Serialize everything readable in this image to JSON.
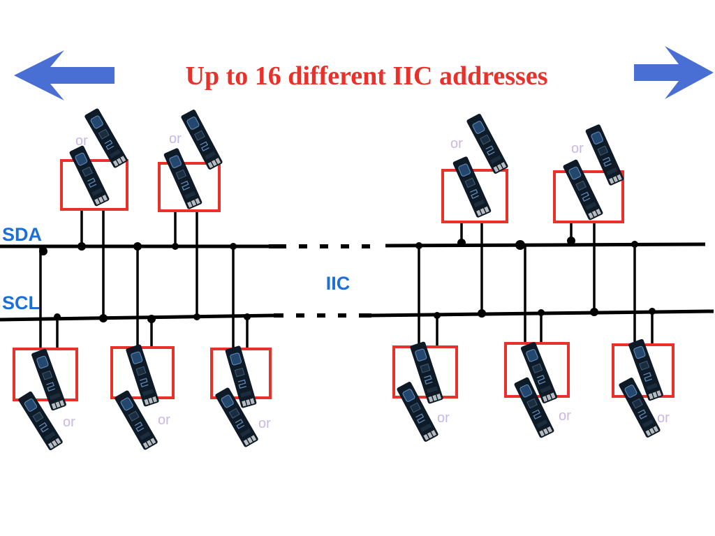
{
  "title": "Up to 16 different IIC addresses",
  "bus": {
    "sda_label": "SDA",
    "scl_label": "SCL",
    "center_label": "IIC"
  },
  "alt_label": "or",
  "colors": {
    "title": "#e8312a",
    "arrow": "#4a6fd4",
    "bus_label": "#1a6fd8",
    "wire": "#000000",
    "frame": "#e8312a",
    "or_text": "#c9b8e6",
    "board": "#0e1a26"
  },
  "icons": {
    "left": "arrow-left-icon",
    "right": "arrow-right-icon",
    "module": "sensor-module-icon"
  }
}
